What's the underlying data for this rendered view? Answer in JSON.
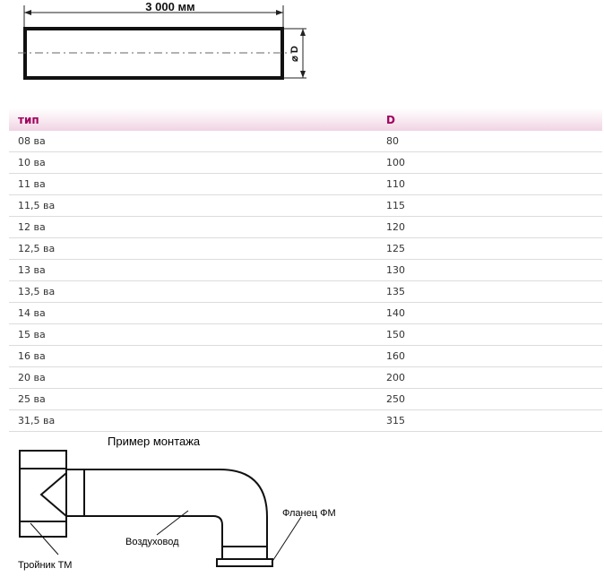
{
  "drawing": {
    "length_label": "3 000 мм",
    "diameter_label": "⌀ D"
  },
  "table": {
    "headers": [
      "тип",
      "D"
    ],
    "rows": [
      [
        "08 ва",
        "80"
      ],
      [
        "10 ва",
        "100"
      ],
      [
        "11 ва",
        "110"
      ],
      [
        "11,5 ва",
        "115"
      ],
      [
        "12 ва",
        "120"
      ],
      [
        "12,5 ва",
        "125"
      ],
      [
        "13 ва",
        "130"
      ],
      [
        "13,5 ва",
        "135"
      ],
      [
        "14 ва",
        "140"
      ],
      [
        "15 ва",
        "150"
      ],
      [
        "16 ва",
        "160"
      ],
      [
        "20 ва",
        "200"
      ],
      [
        "25 ва",
        "250"
      ],
      [
        "31,5 ва",
        "315"
      ]
    ],
    "header_color": "#a1005d"
  },
  "installation": {
    "title": "Пример монтажа",
    "duct_label": "Воздуховод",
    "flange_label": "Фланец ФМ",
    "tee_label": "Тройник ТМ"
  }
}
